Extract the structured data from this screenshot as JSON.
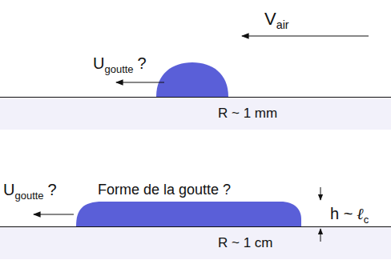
{
  "diagram": {
    "labels": [
      "V",
      "air",
      "U",
      "goutte",
      "?",
      "R ~ 1 mm",
      "U",
      "goutte",
      "?",
      "Forme de la goutte ?",
      "h ~",
      "ℓ",
      "c",
      "R ~ 1 cm"
    ]
  }
}
